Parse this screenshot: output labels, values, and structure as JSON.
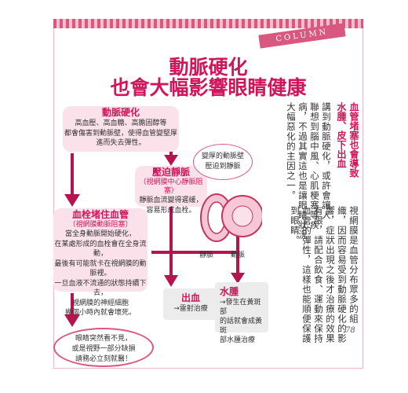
{
  "column_label": "COLUMN",
  "title": {
    "line1": "動脈硬化",
    "line2": "也會大幅影響眼睛健康"
  },
  "side_heading": [
    "血管堵塞也會導致",
    "水腫、皮下出血"
  ],
  "body_columns": [
    "講到動脈硬化，或許會讓人",
    "聯想到腦中風、心肌梗塞等疾",
    "病，不過其實這也是讓眼睛狀況",
    "大幅惡化的主因之一。",
    "視網膜是血管分布眾多的組",
    "織，因而容易受到動脈硬化的影",
    "響，症狀出現之後才治療的效果",
    "有限，請配合飲食、運動來保持",
    "血管的彈性，這樣也能順便保護",
    "到眼睛。"
  ],
  "diagram": {
    "box_arteriosclerosis": {
      "head": "動脈硬化",
      "lines": [
        "高血壓、高血糖、高膽固醇等",
        "都會傷害到動脈壁，使得血管變堅厚",
        "進而失去彈性。"
      ]
    },
    "box_compress_vein": {
      "head": "壓迫靜脈",
      "sub": "（視網膜中心靜脈阻塞）",
      "lines": [
        "靜脈血流變得遲緩，",
        "容易形成血栓。"
      ]
    },
    "box_blood_blockage": {
      "head": "血栓堵住血管",
      "sub": "（視網膜動脈阻塞）",
      "lines": [
        "當全身動脈開始硬化，",
        "在某處形成的血栓會在全身流動，",
        "最後有可能就卡在視網膜的動脈裡。",
        "一旦血液不流通的狀態持續下去，",
        "視網膜的神經細胞",
        "幾個小時內就會壞死。"
      ]
    },
    "vessel_note": [
      "變厚的動脈壁",
      "壓迫到靜脈"
    ],
    "label_vein": "靜脈",
    "label_artery": "動脈",
    "box_bleeding": {
      "head": "出血",
      "note": "→雷射治療"
    },
    "box_edema": {
      "head": "水腫",
      "lines": [
        "→發生在黃斑部",
        "的話就會成黃斑",
        "部水腫治療"
      ]
    },
    "warning_oval": [
      "眼睛突然看不見，",
      "或是視野一部分缺損",
      "請務必立刻就醫！"
    ]
  },
  "page_number": "78",
  "colors": {
    "accent": "#d1155a",
    "box_pink": "#fbe2ea",
    "arrow": "#b5144f"
  }
}
